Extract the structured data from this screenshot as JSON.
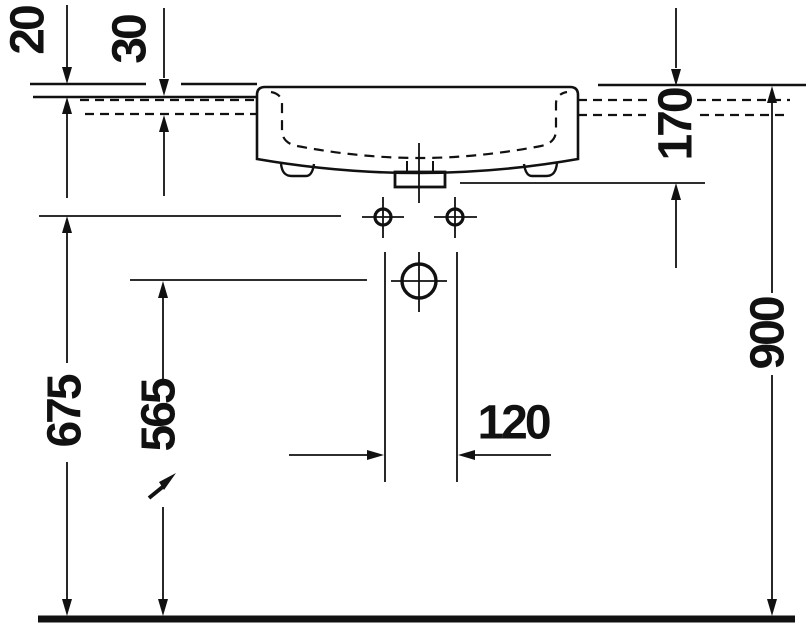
{
  "page": {
    "background": "#ffffff",
    "line_color": "#111111"
  },
  "drawing": {
    "kind": "washbasin-installation-technical-drawing",
    "dims": {
      "d20": {
        "label": "20",
        "orientation": "vertical"
      },
      "d30": {
        "label": "30",
        "orientation": "vertical"
      },
      "d170": {
        "label": "170",
        "orientation": "vertical"
      },
      "d675": {
        "label": "675",
        "orientation": "vertical"
      },
      "d565": {
        "label": "565",
        "orientation": "vertical"
      },
      "d120": {
        "label": "120",
        "orientation": "horizontal"
      },
      "d900": {
        "label": "900",
        "orientation": "vertical"
      }
    }
  }
}
